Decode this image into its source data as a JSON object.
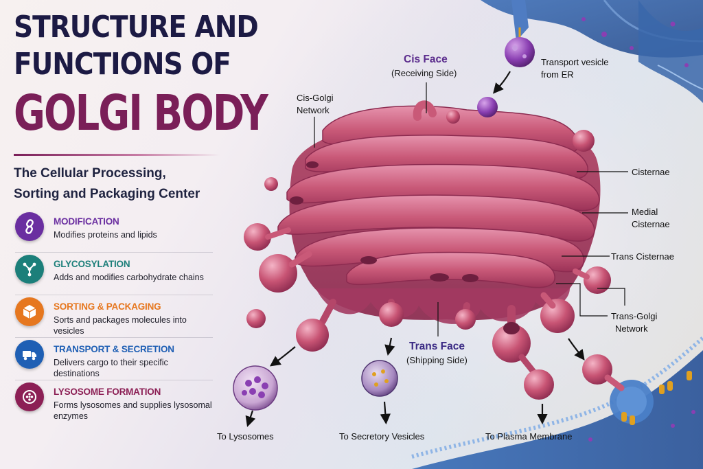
{
  "title": {
    "line1": "STRUCTURE AND",
    "line2": "FUNCTIONS OF",
    "line3": "GOLGI BODY"
  },
  "subtitle": {
    "line1": "The Cellular Processing,",
    "line2": "Sorting and Packaging Center"
  },
  "functions": [
    {
      "title": "MODIFICATION",
      "desc": "Modifies proteins and lipids",
      "color": "#6a2ea0",
      "icon": "chain-link-icon"
    },
    {
      "title": "GLYCOSYLATION",
      "desc": "Adds and modifies carbohydrate chains",
      "color": "#1c7f7a",
      "icon": "branched-molecule-icon"
    },
    {
      "title": "SORTING & PACKAGING",
      "desc": "Sorts and packages molecules into vesicles",
      "color": "#e6771f",
      "icon": "package-box-icon"
    },
    {
      "title": "TRANSPORT & SECRETION",
      "desc": "Delivers cargo to their specific destinations",
      "color": "#1f5fb4",
      "icon": "delivery-truck-icon"
    },
    {
      "title": "LYSOSOME FORMATION",
      "desc": "Forms lysosomes and supplies lysosomal enzymes",
      "color": "#8c1f55",
      "icon": "lysosome-icon"
    }
  ],
  "labels": {
    "cis_face": "Cis Face",
    "cis_face_sub": "(Receiving Side)",
    "transport_vesicle_line1": "Transport vesicle",
    "transport_vesicle_line2": "from ER",
    "cis_golgi_line1": "Cis-Golgi",
    "cis_golgi_line2": "Network",
    "cisternae": "Cisternae",
    "medial_line1": "Medial",
    "medial_line2": "Cisternae",
    "trans_cisternae": "Trans Cisternae",
    "trans_golgi_line1": "Trans-Golgi",
    "trans_golgi_line2": "Network",
    "trans_face": "Trans Face",
    "trans_face_sub": "(Shipping Side)"
  },
  "destinations": {
    "lysosomes": "To Lysosomes",
    "secretory": "To Secretory Vesicles",
    "plasma": "To Plasma Membrane"
  },
  "colors": {
    "title_dark": "#1c1a44",
    "title_accent": "#7a1f58",
    "golgi_pink": "#c2506f",
    "cis_face": "#5a2b8c",
    "trans_face": "#3a2a84"
  }
}
